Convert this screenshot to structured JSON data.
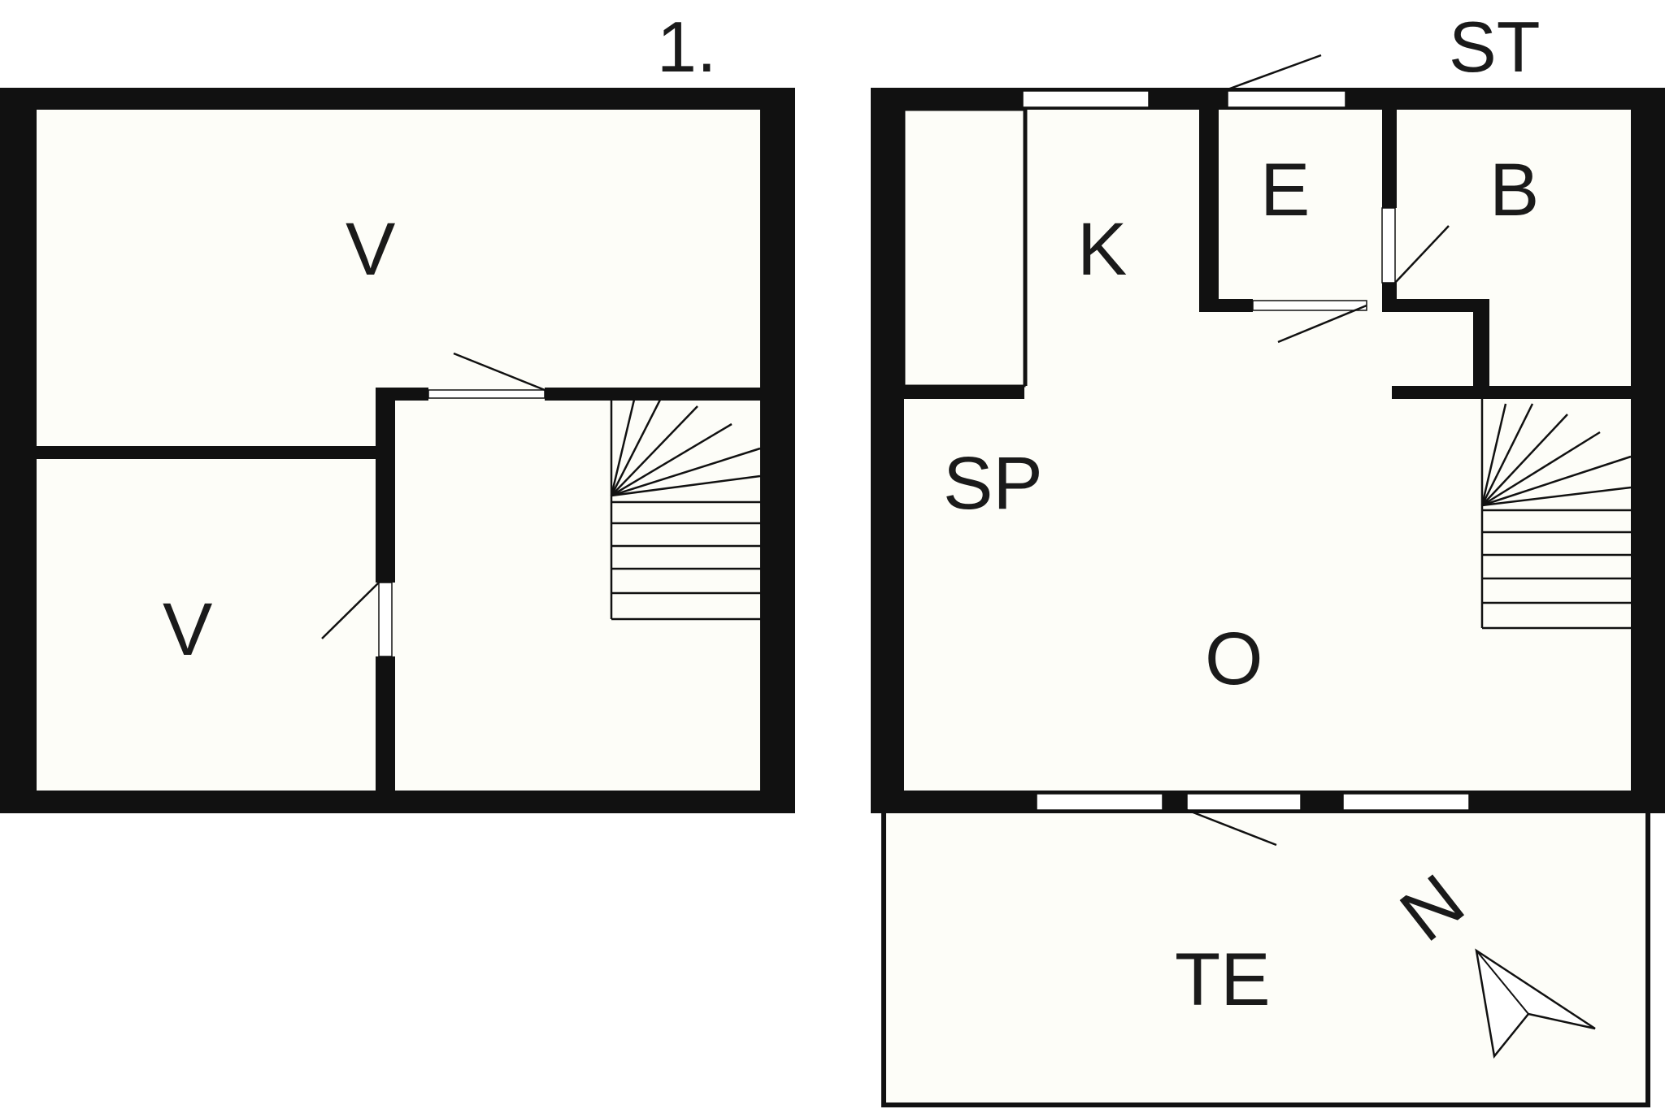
{
  "floors": {
    "upper": {
      "floor_label": "1.",
      "rooms": {
        "room_v_top": "V",
        "room_v_bottom": "V"
      }
    },
    "ground": {
      "floor_label": "ST",
      "rooms": {
        "kitchen": "K",
        "entrance": "E",
        "bathroom": "B",
        "dining": "SP",
        "living": "O",
        "terrace": "TE"
      }
    }
  },
  "compass": {
    "label": "N",
    "icon": "north-arrow-icon"
  },
  "colors": {
    "wall": "#111111",
    "floor": "#fdfdf8",
    "background": "#ffffff"
  }
}
